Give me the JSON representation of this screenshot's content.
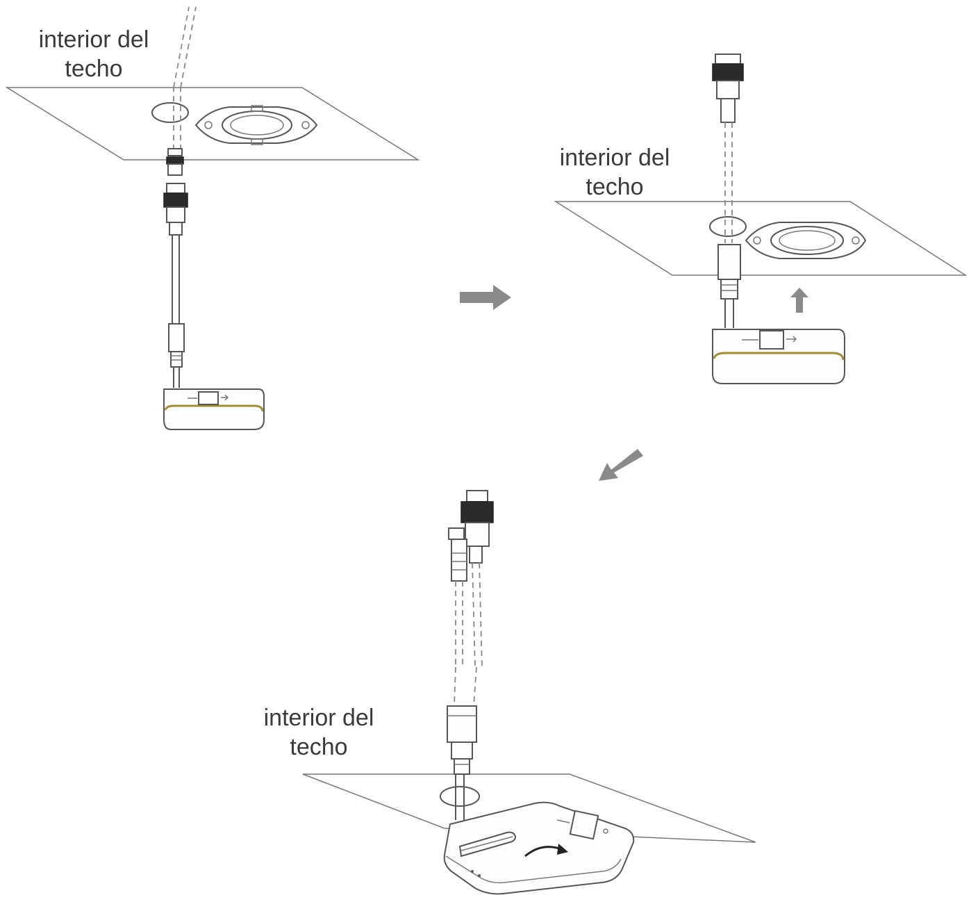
{
  "labels": {
    "step1": {
      "line1": "interior del",
      "line2": "techo"
    },
    "step2": {
      "line1": "interior del",
      "line2": "techo"
    },
    "step3": {
      "line1": "interior del",
      "line2": "techo"
    }
  },
  "colors": {
    "line": "#555555",
    "arrow": "#8a8a8a",
    "accent": "#a08a3c",
    "text": "#3a3a3a"
  },
  "icons": {
    "next-step-1": "arrow-right-icon",
    "next-step-2": "arrow-down-left-icon",
    "lift": "arrow-up-icon",
    "rotate": "curved-arrow-icon"
  }
}
